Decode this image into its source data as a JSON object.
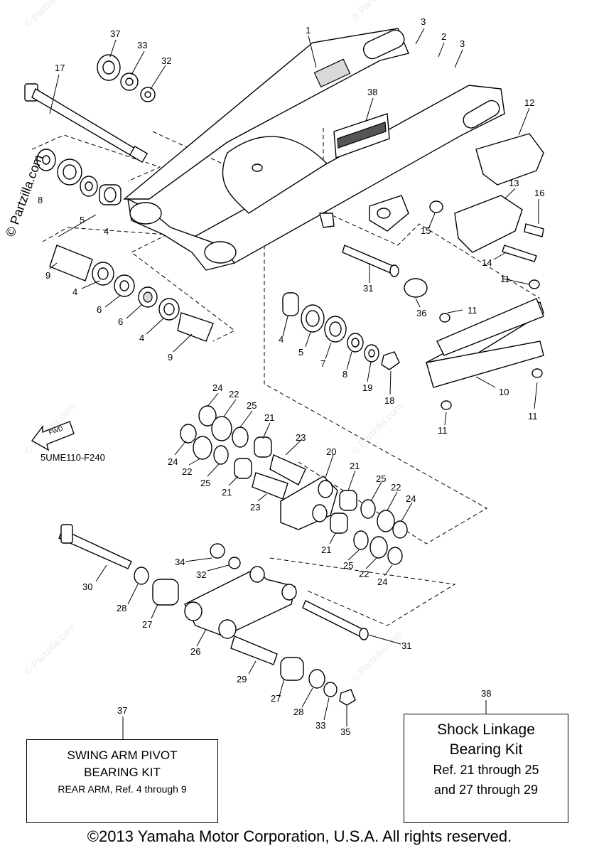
{
  "callouts": [
    "1",
    "2",
    "3",
    "3",
    "4",
    "4",
    "4",
    "4",
    "5",
    "5",
    "6",
    "6",
    "7",
    "8",
    "8",
    "9",
    "9",
    "10",
    "11",
    "11",
    "11",
    "11",
    "12",
    "13",
    "14",
    "15",
    "16",
    "17",
    "18",
    "19",
    "20",
    "21",
    "21",
    "21",
    "21",
    "22",
    "22",
    "22",
    "22",
    "23",
    "23",
    "24",
    "24",
    "24",
    "24",
    "25",
    "25",
    "25",
    "25",
    "26",
    "27",
    "27",
    "28",
    "28",
    "29",
    "30",
    "31",
    "31",
    "32",
    "32",
    "33",
    "33",
    "34",
    "35",
    "36",
    "37",
    "38"
  ],
  "fwd_label": "FWD",
  "diagram_code": "5UME110-F240",
  "watermark": "© Partzilla.com",
  "swing_arm_kit": {
    "ref": "37",
    "line1": "SWING ARM PIVOT",
    "line2": "BEARING KIT",
    "line3": "REAR ARM, Ref. 4 through 9"
  },
  "shock_kit": {
    "ref": "38",
    "line1": "Shock Linkage",
    "line2": "Bearing Kit",
    "line3": "Ref. 21 through 25",
    "line4": "and 27 through 29"
  },
  "copyright": "©2013 Yamaha Motor Corporation, U.S.A. All rights reserved."
}
